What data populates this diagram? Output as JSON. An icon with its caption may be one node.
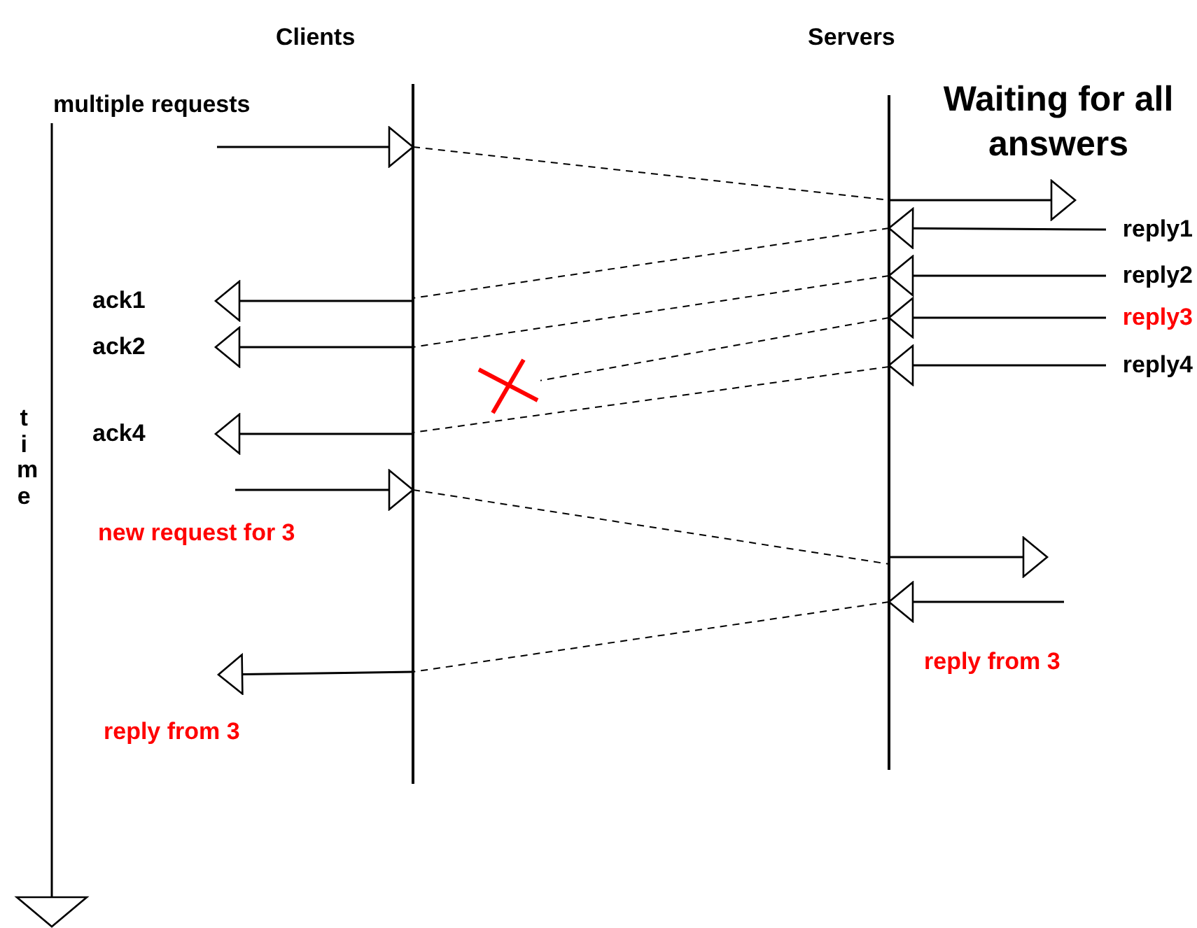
{
  "diagram": {
    "title": "Waiting for all answers",
    "nodes": [
      {
        "text": [],
        "shape": "bar"
      },
      {
        "text": [],
        "shape": "bar"
      },
      {
        "text": [
          "reply1"
        ]
      },
      {
        "text": [
          "reply2"
        ]
      },
      {
        "text": [
          "reply3"
        ]
      },
      {
        "text": [
          "reply4"
        ]
      },
      {
        "text": [
          "ack1"
        ]
      },
      {
        "text": [
          "ack2"
        ]
      },
      {
        "text": [],
        "shape": "cross"
      },
      {
        "text": [
          "ack4"
        ]
      }
    ],
    "edges": [
      {
        "from": null,
        "to": 0,
        "arrow": "to"
      },
      {
        "from": 0,
        "to": 1,
        "arrow": "none",
        "style": "dashed"
      },
      {
        "from": 1,
        "to": null,
        "arrow": "to"
      },
      {
        "from": 2,
        "to": 1,
        "arrow": "to"
      },
      {
        "from": 1,
        "to": 0,
        "arrow": "none",
        "style": "dashed"
      },
      {
        "from": 0,
        "to": 6,
        "arrow": "to"
      },
      {
        "from": 3,
        "to": 1,
        "arrow": "to"
      },
      {
        "from": 1,
        "to": 0,
        "arrow": "none",
        "style": "dashed"
      },
      {
        "from": 0,
        "to": 7,
        "arrow": "to"
      },
      {
        "from": 4,
        "to": 1,
        "arrow": "to"
      },
      {
        "from": 1,
        "to": 8,
        "arrow": "none",
        "style": "dashed"
      },
      {
        "from": 5,
        "to": 1,
        "arrow": "to"
      },
      {
        "from": 1,
        "to": 0,
        "arrow": "none",
        "style": "dashed"
      },
      {
        "from": 0,
        "to": 9,
        "arrow": "to"
      },
      {
        "from": null,
        "to": 0,
        "arrow": "to"
      },
      {
        "from": 0,
        "to": 1,
        "arrow": "none",
        "style": "dashed"
      },
      {
        "from": 1,
        "to": null,
        "arrow": "to"
      },
      {
        "from": null,
        "to": 1,
        "arrow": "to"
      },
      {
        "from": 1,
        "to": 0,
        "arrow": "none",
        "style": "dashed"
      },
      {
        "from": 0,
        "to": null,
        "arrow": "to"
      }
    ],
    "labels": [
      "Clients",
      "Servers",
      "multiple requests",
      "time",
      "new request for 3",
      "reply from 3",
      "reply from 3"
    ]
  }
}
